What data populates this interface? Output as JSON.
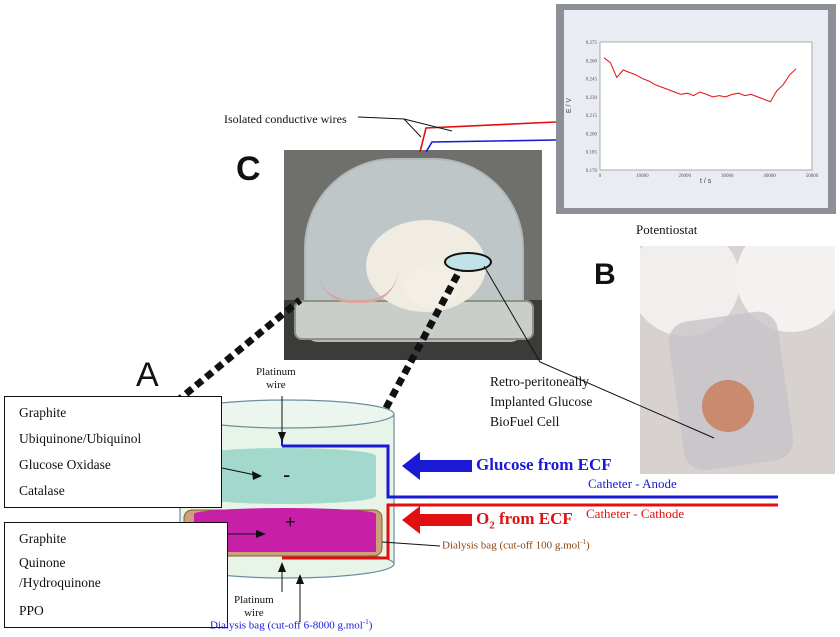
{
  "panels": {
    "a": "A",
    "b": "B",
    "c": "C"
  },
  "box_top": {
    "lines": [
      "Graphite",
      "Ubiquinone/Ubiquinol",
      "Glucose Oxidase",
      "Catalase"
    ]
  },
  "box_bottom": {
    "lines": [
      "Graphite",
      "Quinone",
      "/Hydroquinone",
      "PPO"
    ]
  },
  "labels": {
    "platinum_top": [
      "Platinum",
      "wire"
    ],
    "platinum_bottom": [
      "Platinum",
      "wire"
    ],
    "anode_sign": "-",
    "cathode_sign": "+",
    "glucose": "Glucose from ECF",
    "o2_prefix": "O",
    "o2_sub": "2",
    "o2_suffix": " from ECF",
    "catheter_anode": "Catheter - Anode",
    "catheter_cathode": "Catheter - Cathode",
    "dialysis_small": "Dialysis bag (cut-off 100 g.mol",
    "dialysis_small_sup": "-1",
    "dialysis_small_end": ")",
    "dialysis_large": "Dialysis bag (cut-off 6-8000 g.mol",
    "dialysis_large_sup": "-1",
    "dialysis_large_end": ")",
    "implanted": [
      "Retro-peritoneally",
      "Implanted Glucose",
      "BioFuel Cell"
    ],
    "wires": "Isolated conductive wires",
    "potentiostat": "Potentiostat"
  },
  "monitor": {
    "y_ticks": [
      "0.275",
      "0.260",
      "0.245",
      "0.230",
      "0.215",
      "0.200",
      "0.185",
      "0.170"
    ],
    "x_ticks": [
      "0",
      "10000",
      "20000",
      "30000",
      "40000",
      "50000"
    ],
    "y_label": "E / V",
    "x_label": "t / s",
    "trace": [
      0.262,
      0.258,
      0.246,
      0.252,
      0.25,
      0.248,
      0.245,
      0.243,
      0.24,
      0.238,
      0.236,
      0.234,
      0.232,
      0.233,
      0.231,
      0.234,
      0.232,
      0.23,
      0.231,
      0.23,
      0.232,
      0.233,
      0.231,
      0.232,
      0.23,
      0.228,
      0.226,
      0.235,
      0.24,
      0.248,
      0.253
    ]
  },
  "colors": {
    "anode": "#1a1ad6",
    "cathode": "#e01010",
    "anode_layer": "#a3d8cc",
    "cathode_layer": "#c81fa9",
    "bag": "#c9a27c",
    "dialysis_text_small": "#8b4513",
    "dialysis_text_large": "#1a1ad6"
  }
}
